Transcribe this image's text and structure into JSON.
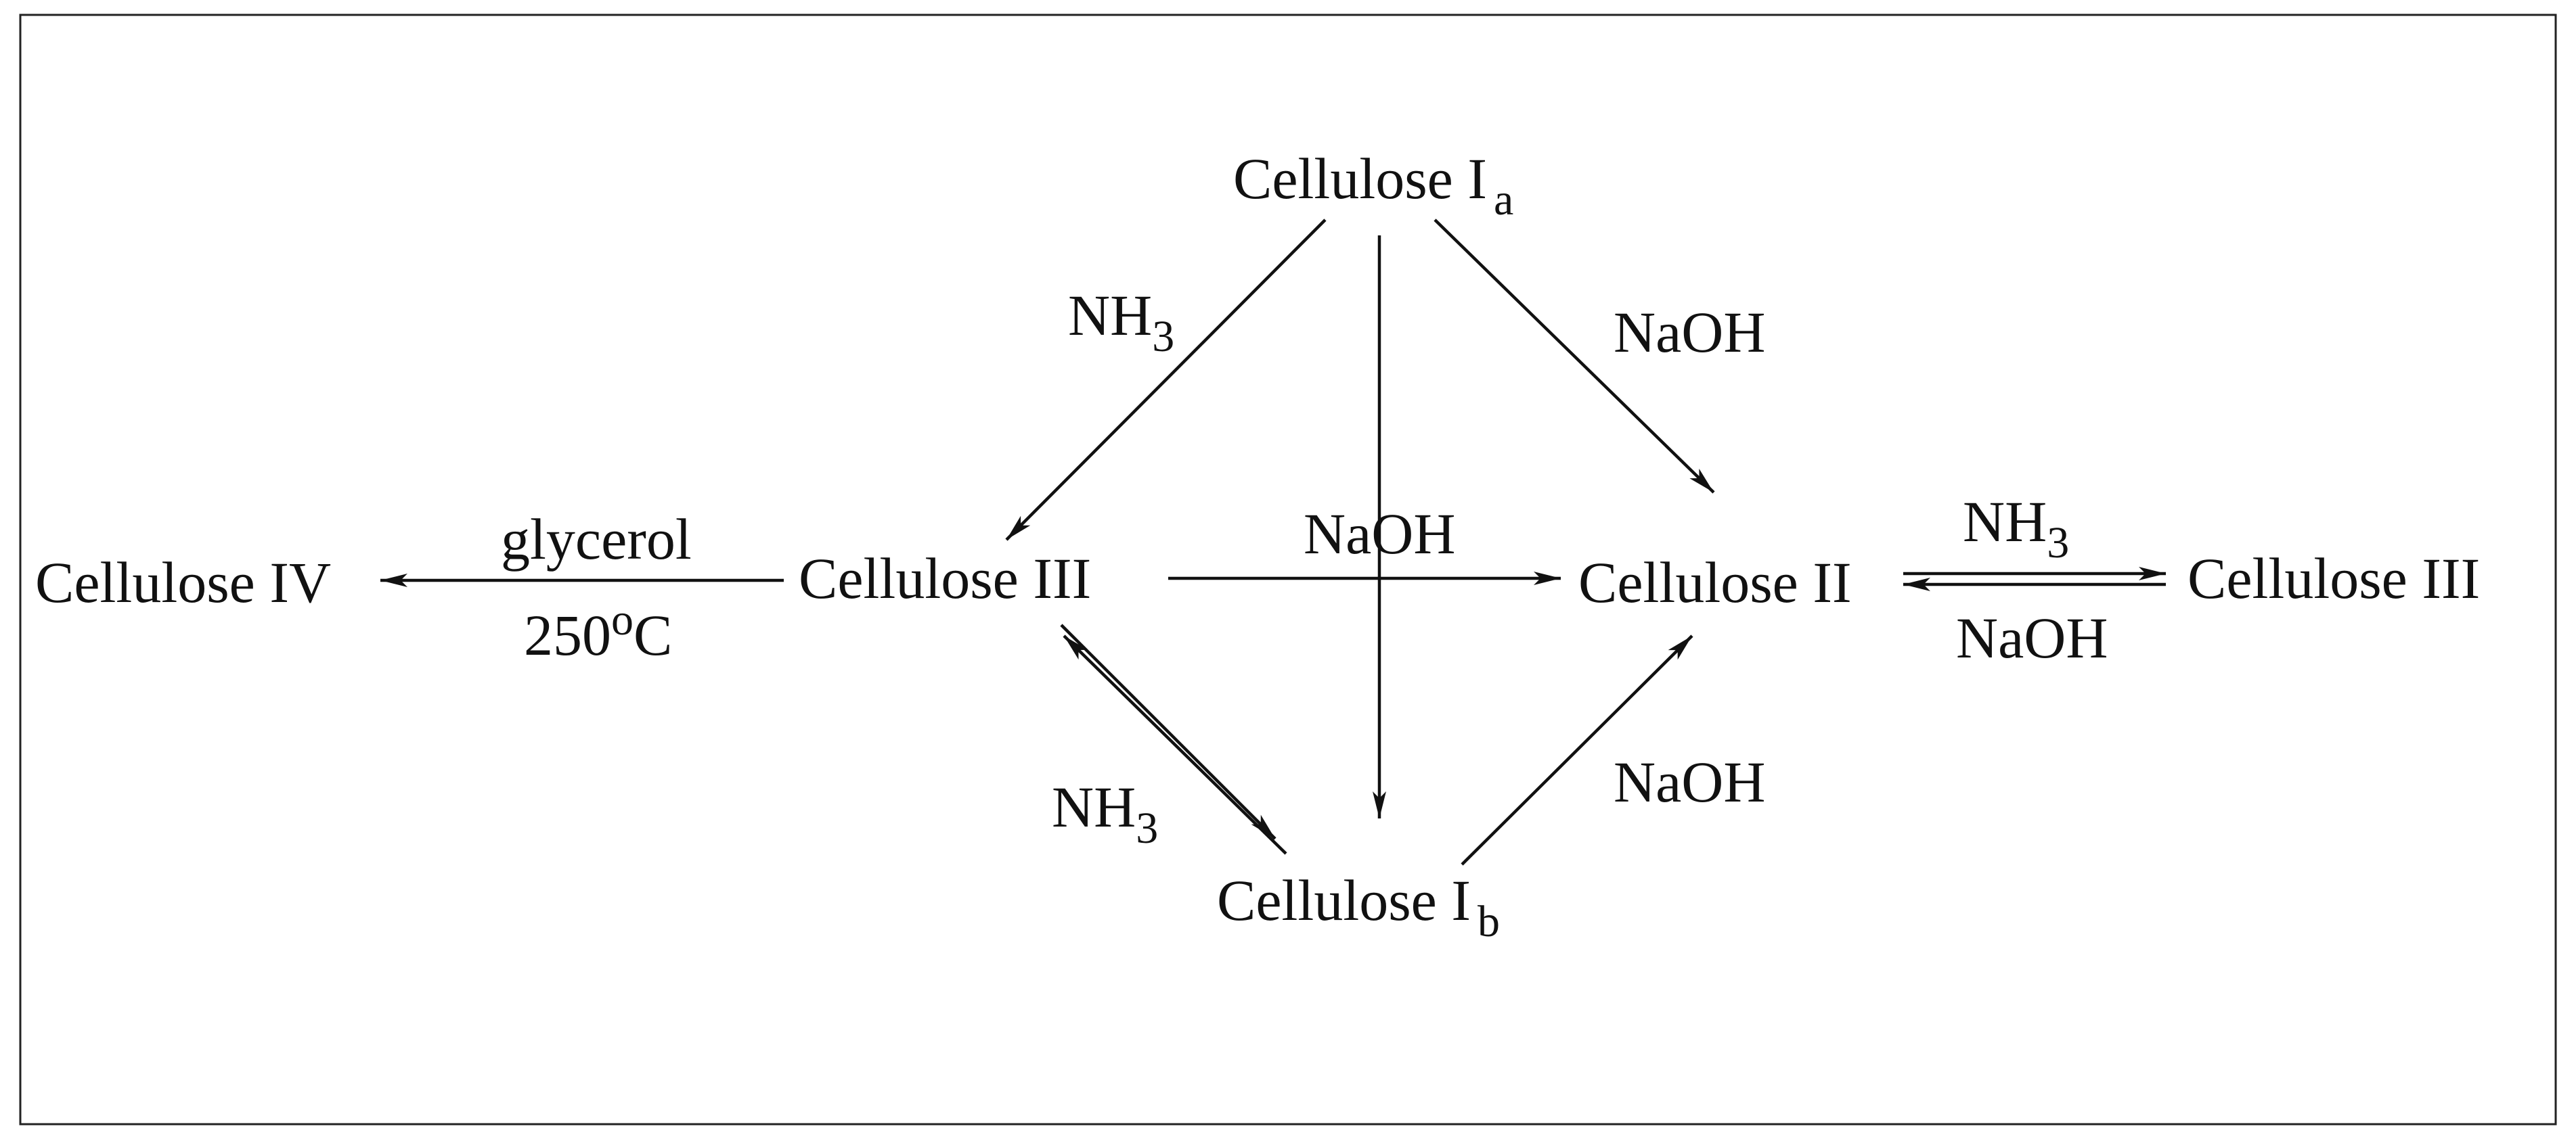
{
  "diagram": {
    "nodes": {
      "cellulose_ia": {
        "main": "Cellulose I",
        "sub": "a"
      },
      "cellulose_ib": {
        "main": "Cellulose I",
        "sub": "b"
      },
      "cellulose_iii_center": {
        "main": "Cellulose III"
      },
      "cellulose_ii": {
        "main": "Cellulose II"
      },
      "cellulose_iii_right": {
        "main": "Cellulose III"
      },
      "cellulose_iv": {
        "main": "Cellulose IV"
      }
    },
    "edges": {
      "ia_to_iii": {
        "reagent": "NH",
        "reagent_sub": "3"
      },
      "ia_to_ii": {
        "reagent": "NaOH"
      },
      "ia_to_ib": {
        "reagent": ""
      },
      "iii_to_ii": {
        "reagent": "NaOH"
      },
      "ib_to_ii": {
        "reagent": "NaOH"
      },
      "iii_ib_equilibrium": {
        "reagent": "NH",
        "reagent_sub": "3"
      },
      "iii_to_iv": {
        "reagent_top": "glycerol",
        "reagent_bottom_value": "250",
        "reagent_bottom_sup": "o",
        "reagent_bottom_unit": "C"
      },
      "ii_iii_equilibrium": {
        "reagent_top": "NH",
        "reagent_top_sub": "3",
        "reagent_bottom": "NaOH"
      }
    }
  }
}
